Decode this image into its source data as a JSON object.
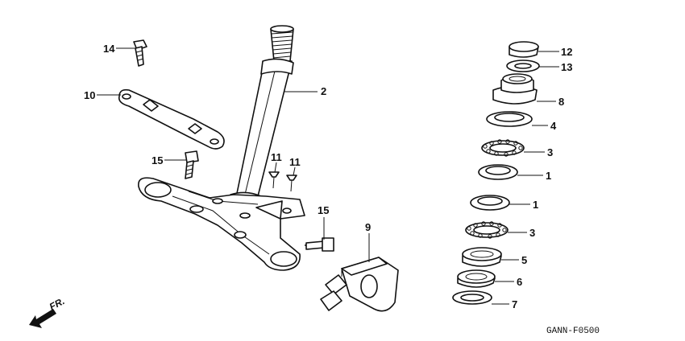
{
  "diagram_code": "GANN-F0500",
  "direction_label": "FR.",
  "callouts": {
    "c14": "14",
    "c10": "10",
    "c15a": "15",
    "c11a": "11",
    "c11b": "11",
    "c2": "2",
    "c15b": "15",
    "c9": "9",
    "c12": "12",
    "c13": "13",
    "c8": "8",
    "c4": "4",
    "c3a": "3",
    "c1a": "1",
    "c1b": "1",
    "c3b": "3",
    "c5": "5",
    "c6": "6",
    "c7": "7"
  }
}
